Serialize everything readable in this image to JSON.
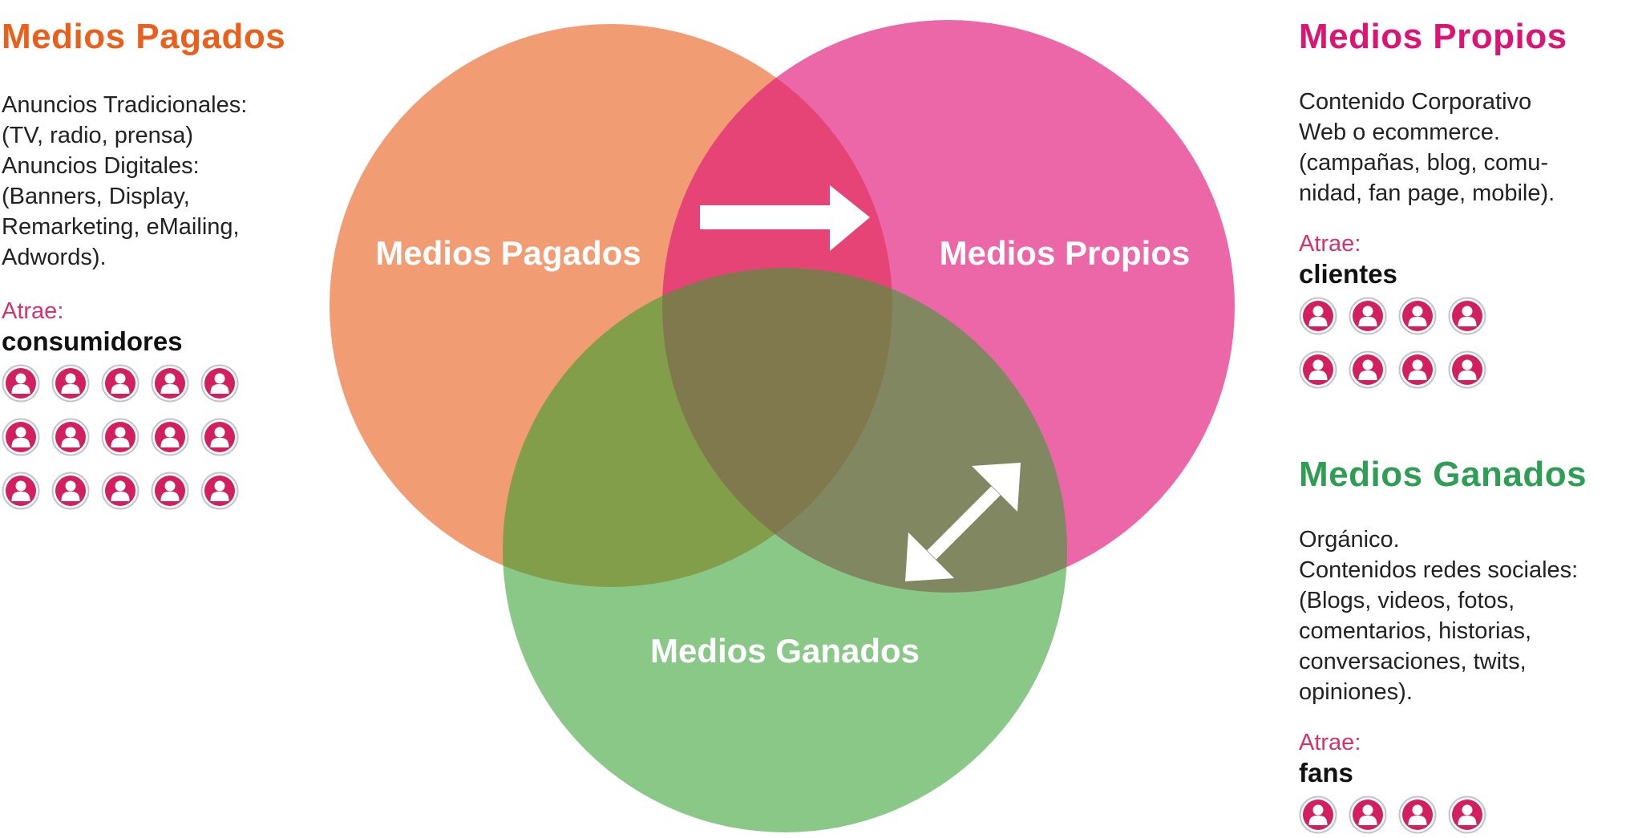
{
  "colors": {
    "pagados": "#e8601c",
    "propios": "#dc1574",
    "ganados": "#2e9e55",
    "attract": "#d6336c",
    "circle_pagados": "#f09a6a",
    "circle_propios": "#ef64a2",
    "circle_ganados": "#89c77f"
  },
  "left_panel": {
    "title": "Medios Pagados",
    "description": [
      "Anuncios Tradicionales:",
      "(TV, radio, prensa)",
      "Anuncios Digitales:",
      "(Banners, Display,",
      "Remarketing, eMailing,",
      "Adwords)."
    ],
    "attract_label": "Atrae:",
    "attract_value": "consumidores",
    "icon_count": 15,
    "icon_name": "person-icon"
  },
  "right_top_panel": {
    "title": "Medios Propios",
    "description": [
      "Contenido Corporativo",
      "Web o ecommerce.",
      "(campañas, blog, comu-",
      "nidad, fan page, mobile)."
    ],
    "attract_label": "Atrae:",
    "attract_value": "clientes",
    "icon_count": 8,
    "icon_name": "person-icon"
  },
  "right_bottom_panel": {
    "title": "Medios Ganados",
    "description": [
      "Orgánico.",
      "Contenidos redes sociales:",
      "(Blogs, videos, fotos,",
      "comentarios, historias,",
      "conversaciones, twits,",
      "opiniones)."
    ],
    "attract_label": "Atrae:",
    "attract_value": "fans",
    "icon_count": 4,
    "icon_name": "person-icon"
  },
  "venn": {
    "label_pagados": "Medios Pagados",
    "label_propios": "Medios Propios",
    "label_ganados": "Medios Ganados",
    "arrow_top_icon": "arrow-right-icon",
    "arrow_bottom_icon": "double-arrow-diagonal-icon"
  }
}
